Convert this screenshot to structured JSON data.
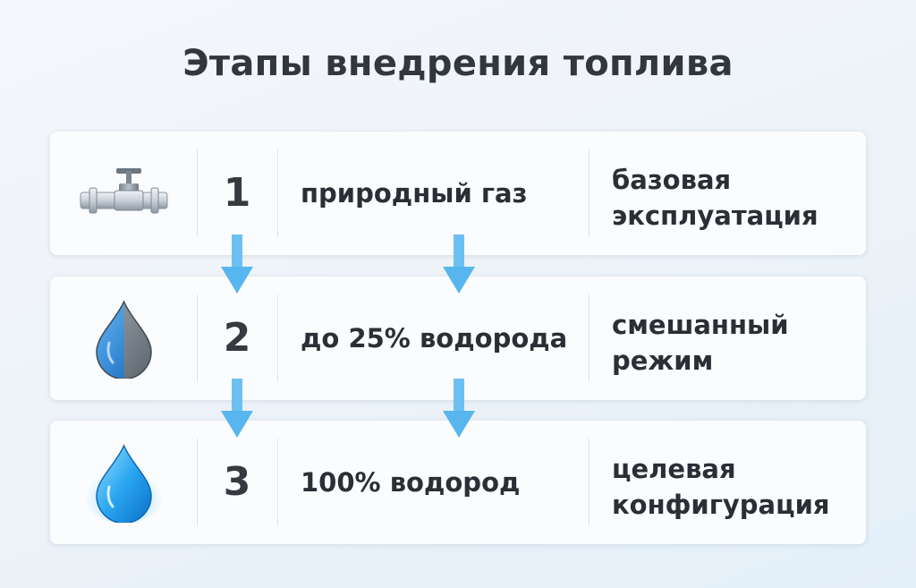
{
  "title": "Этапы внедрения топлива",
  "stages": [
    {
      "number": "1",
      "fuel": "природный газ",
      "mode_line1": "базовая",
      "mode_line2": "эксплуатация",
      "icon": "gas-pipe-icon"
    },
    {
      "number": "2",
      "fuel": "до 25% водорода",
      "mode_line1": "смешанный",
      "mode_line2": "режим",
      "icon": "half-blue-drop-icon"
    },
    {
      "number": "3",
      "fuel": "100% водород",
      "mode_line1": "целевая",
      "mode_line2": "конфигурация",
      "icon": "glowing-blue-drop-icon"
    }
  ],
  "colors": {
    "arrow": "#5bb8f0",
    "drop_blue": "#1e90e8",
    "drop_gray": "#7c8590",
    "text": "#2b2f35"
  }
}
